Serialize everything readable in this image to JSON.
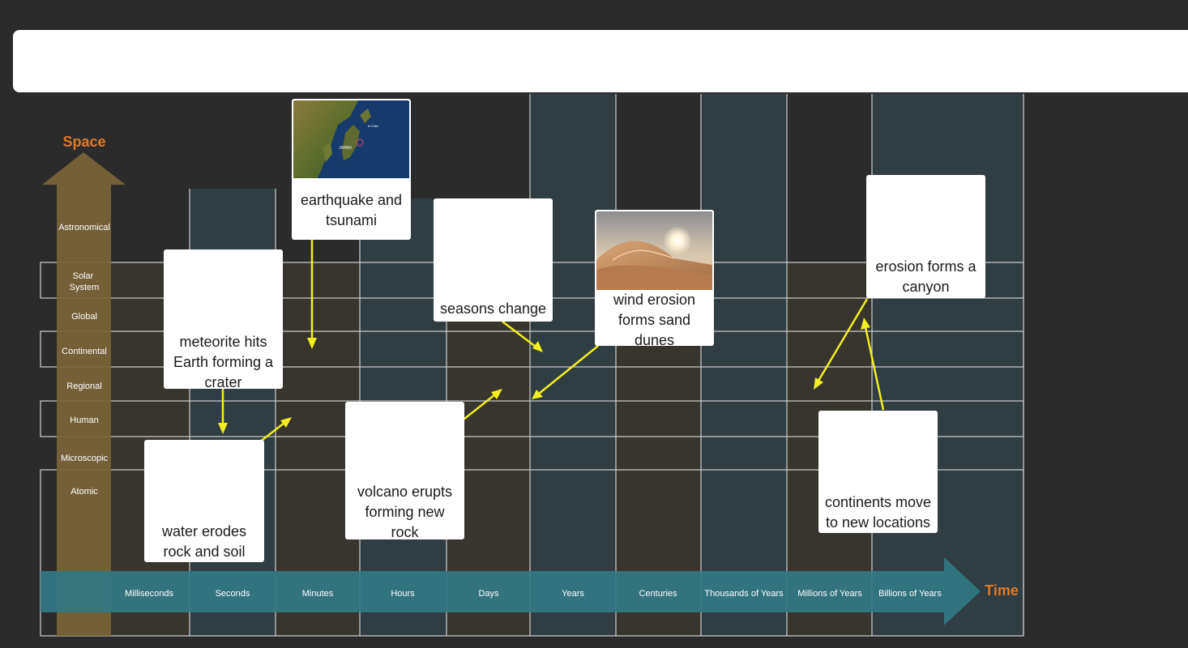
{
  "axes": {
    "space_label": "Space",
    "time_label": "Time",
    "space_levels": [
      "Astronomical",
      "Solar System",
      "Global",
      "Continental",
      "Regional",
      "Human",
      "Microscopic",
      "Atomic"
    ],
    "time_levels": [
      "Milliseconds",
      "Seconds",
      "Minutes",
      "Hours",
      "Days",
      "Years",
      "Centuries",
      "Thousands of Years",
      "Millions of Years",
      "Billions of Years"
    ]
  },
  "colors": {
    "background": "#2b2b2b",
    "space_arrow": "#7a6538",
    "time_arrow": "#327883",
    "axis_label": "#e07a24",
    "connector": "#f2ee20",
    "card": "#ffffff"
  },
  "cards": {
    "earthquake": {
      "text": "earthquake and tsunami",
      "image": "japan-satellite-map"
    },
    "meteorite": {
      "text": "meteorite hits Earth forming a crater"
    },
    "seasons": {
      "text": "seasons change"
    },
    "wind_erosion": {
      "text": "wind erosion forms sand dunes",
      "image": "desert-sand-dune-photo"
    },
    "canyon": {
      "text": "erosion forms a canyon"
    },
    "water_erosion": {
      "text": "water erodes rock and soil"
    },
    "volcano": {
      "text": "volcano erupts forming new rock"
    },
    "continents": {
      "text": "continents move to new locations"
    }
  }
}
